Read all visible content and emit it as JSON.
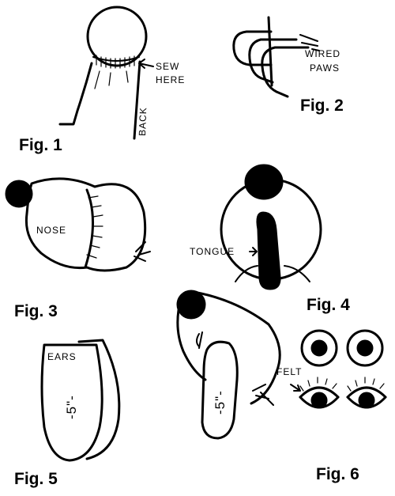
{
  "figures": {
    "fig1": {
      "caption": "Fig. 1",
      "labels": {
        "sew": "SEW",
        "here": "HERE",
        "back": "BACK"
      }
    },
    "fig2": {
      "caption": "Fig. 2",
      "labels": {
        "wired": "WIRED",
        "paws": "PAWS"
      }
    },
    "fig3": {
      "caption": "Fig. 3",
      "labels": {
        "nose": "NOSE"
      }
    },
    "fig4": {
      "caption": "Fig. 4",
      "labels": {
        "tongue": "TONGUE"
      }
    },
    "fig5": {
      "caption": "Fig. 5",
      "labels": {
        "ears": "EARS",
        "length": "-5\"-"
      }
    },
    "fig6": {
      "caption": "Fig. 6",
      "labels": {
        "felt": "FELT",
        "ear_length": "-5\"-"
      }
    }
  }
}
